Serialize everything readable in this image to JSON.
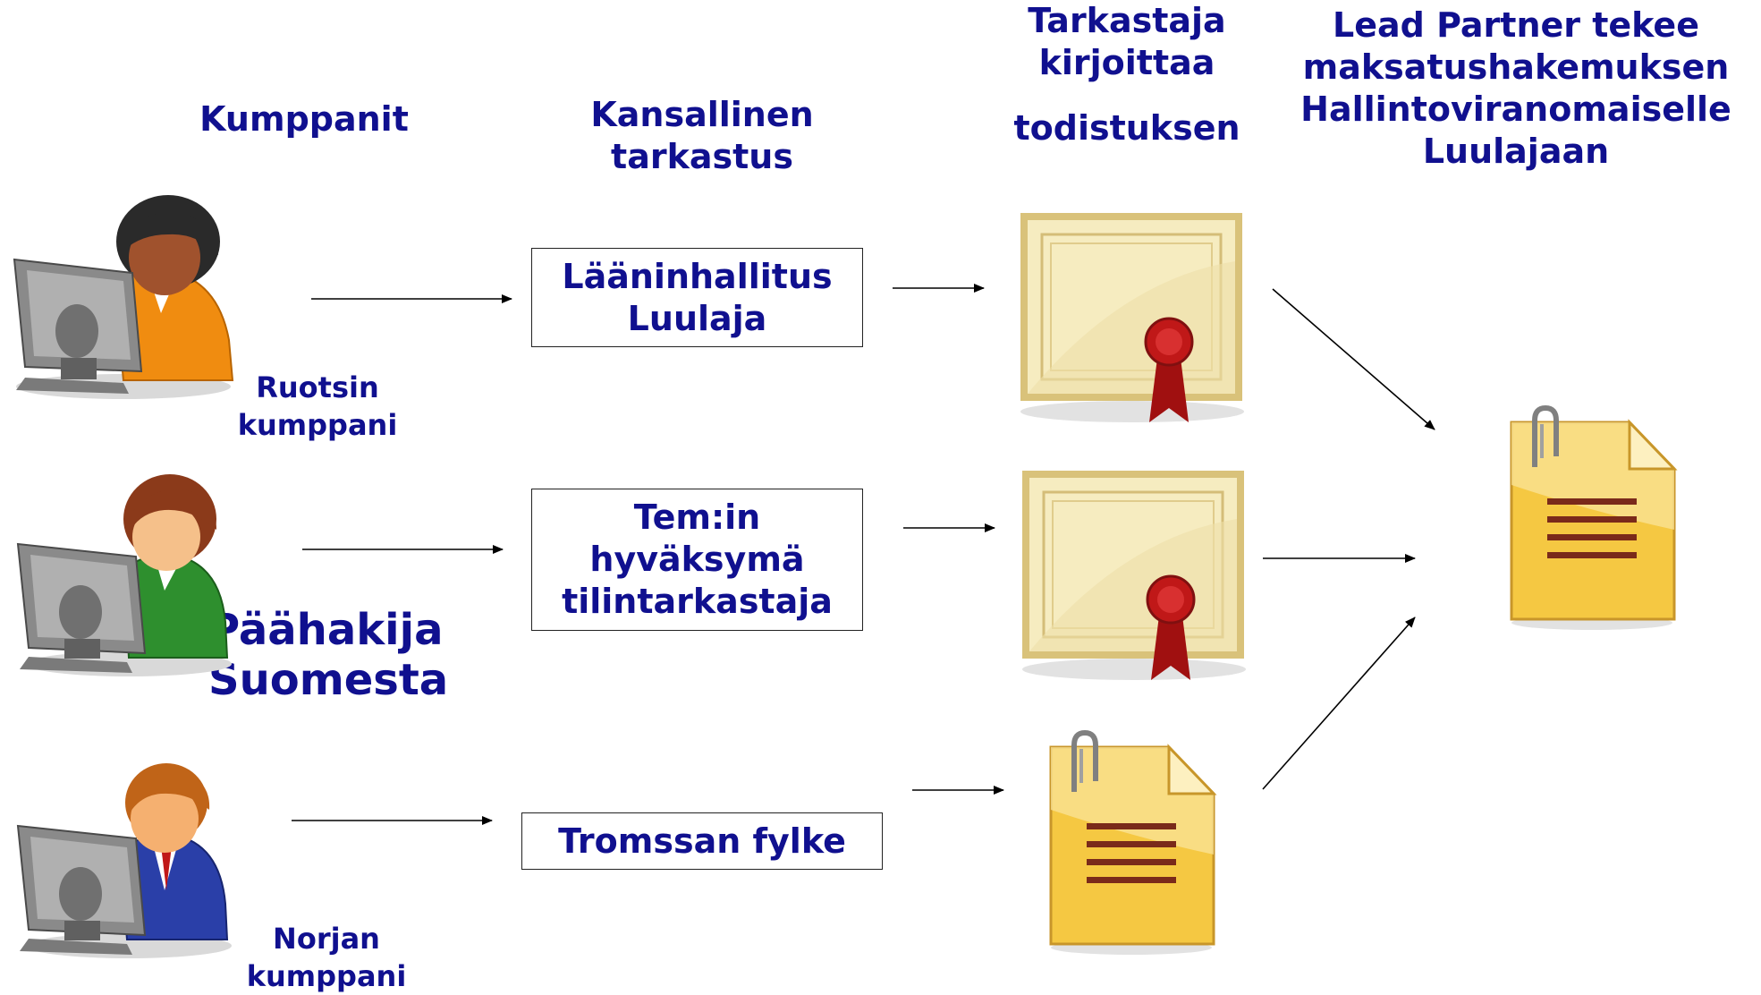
{
  "headers": {
    "partners": "Kumppanit",
    "national_audit": "Kansallinen\ntarkastus",
    "auditor_writes": "Tarkastaja\nkirjoittaa",
    "certificate": "todistuksen",
    "lead_partner": "Lead Partner tekee\nmaksatushakemuksen\nHallintoviranomaiselle\nLuulajaan"
  },
  "partners": {
    "sweden": "Ruotsin\nkumppani",
    "finland": "Päähakija\nSuomesta",
    "norway": "Norjan\nkumppani"
  },
  "audit_boxes": {
    "sweden": "Lääninhallitus\nLuulaja",
    "finland": "Tem:in\nhyväksymä\ntilintarkastaja",
    "norway": "Tromssan fylke"
  },
  "icons": {
    "user_top": "user-at-computer-icon",
    "user_middle": "user-at-computer-icon",
    "user_bottom": "user-at-computer-icon",
    "cert_top": "certificate-icon",
    "cert_middle": "certificate-icon",
    "doc_bottom": "document-icon",
    "doc_final": "document-icon"
  },
  "colors": {
    "text": "#10108f",
    "shirt_orange": "#f08c10",
    "shirt_green": "#2e8f2e",
    "suit_blue": "#2a3fa8",
    "certificate": "#f3e6b0",
    "seal": "#b01818",
    "document": "#f5c842"
  }
}
